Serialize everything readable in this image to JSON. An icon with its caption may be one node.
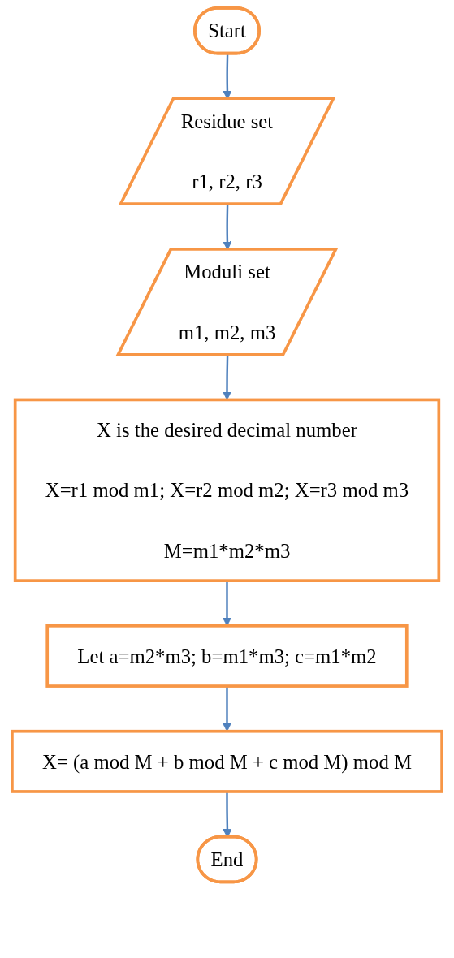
{
  "diagram": {
    "nodes": [
      {
        "text": [
          "Start"
        ]
      },
      {
        "text": [
          "Residue set",
          "r1, r2, r3"
        ]
      },
      {
        "text": [
          "Moduli set",
          "m1, m2, m3"
        ]
      },
      {
        "text": [
          "X is the desired decimal number",
          "X=r1 mod m1; X=r2 mod m2; X=r3 mod m3",
          "M=m1*m2*m3"
        ]
      },
      {
        "text": [
          "Let a=m2*m3; b=m1*m3; c=m1*m2"
        ]
      },
      {
        "text": [
          "X= (a mod M + b mod M + c mod M) mod M"
        ]
      },
      {
        "text": [
          "End"
        ]
      }
    ],
    "edges": [
      {
        "from": 0,
        "to": 1,
        "arrow": "to"
      },
      {
        "from": 1,
        "to": 2,
        "arrow": "to"
      },
      {
        "from": 2,
        "to": 3,
        "arrow": "to"
      },
      {
        "from": 3,
        "to": 4,
        "arrow": "to"
      },
      {
        "from": 4,
        "to": 5,
        "arrow": "to"
      },
      {
        "from": 5,
        "to": 6,
        "arrow": "to"
      }
    ]
  }
}
